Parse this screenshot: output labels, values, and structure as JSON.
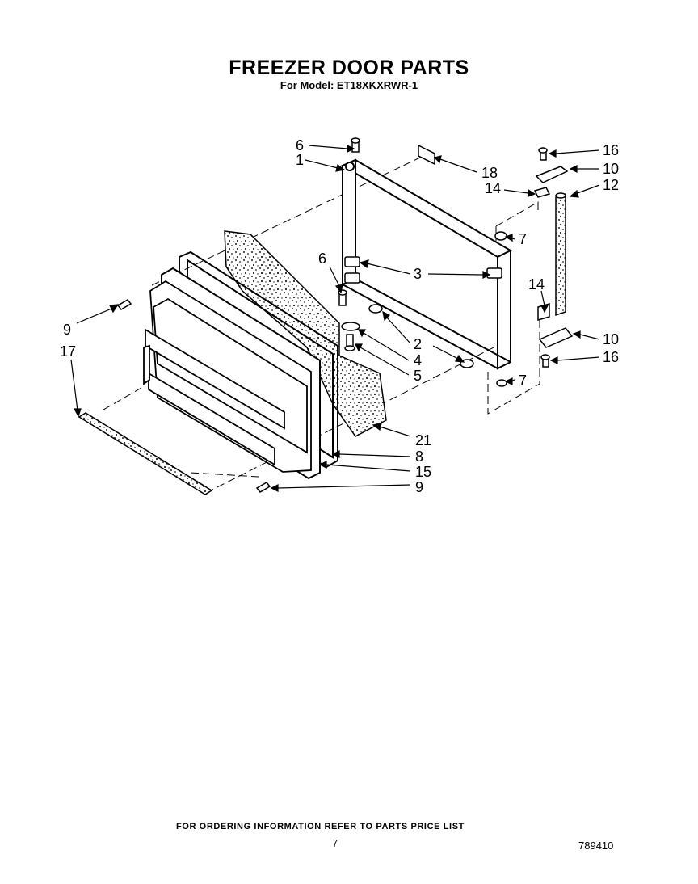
{
  "header": {
    "title": "FREEZER DOOR PARTS",
    "subtitle": "For Model: ET18XKXRWR-1"
  },
  "callouts": {
    "c1": "1",
    "c2": "2",
    "c3": "3",
    "c4": "4",
    "c5": "5",
    "c6a": "6",
    "c6b": "6",
    "c7a": "7",
    "c7b": "7",
    "c8": "8",
    "c9a": "9",
    "c9b": "9",
    "c10a": "10",
    "c10b": "10",
    "c12": "12",
    "c14a": "14",
    "c14b": "14",
    "c15": "15",
    "c16a": "16",
    "c16b": "16",
    "c17": "17",
    "c18": "18",
    "c21": "21"
  },
  "footer": {
    "ordering_note": "FOR ORDERING INFORMATION REFER TO PARTS PRICE LIST",
    "page_number": "7",
    "document_number": "789410"
  }
}
